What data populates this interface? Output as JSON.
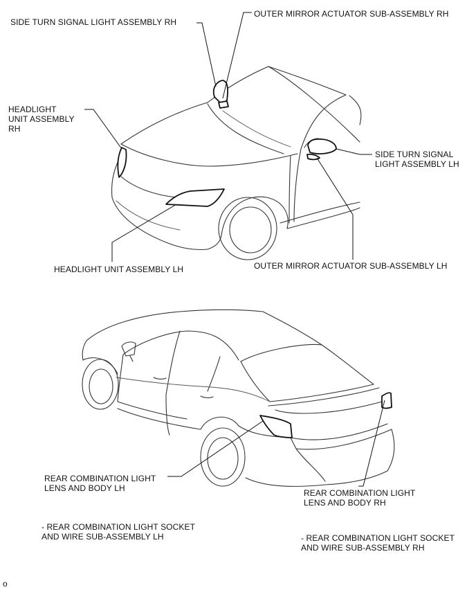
{
  "labels": {
    "side_turn_signal_rh": "SIDE TURN SIGNAL LIGHT ASSEMBLY RH",
    "outer_mirror_actuator_rh": "OUTER MIRROR ACTUATOR SUB-ASSEMBLY RH",
    "headlight_rh": "HEADLIGHT\nUNIT ASSEMBLY\nRH",
    "side_turn_signal_lh": "SIDE TURN SIGNAL\nLIGHT ASSEMBLY LH",
    "headlight_lh": "HEADLIGHT UNIT ASSEMBLY LH",
    "outer_mirror_actuator_lh": "OUTER MIRROR ACTUATOR SUB-ASSEMBLY LH",
    "rear_lens_body_lh": "REAR COMBINATION LIGHT\nLENS AND BODY LH",
    "rear_lens_body_rh": "REAR COMBINATION LIGHT\nLENS AND BODY RH",
    "rear_socket_wire_lh": "- REAR COMBINATION LIGHT SOCKET\nAND WIRE SUB-ASSEMBLY LH",
    "rear_socket_wire_rh": "- REAR COMBINATION LIGHT SOCKET\nAND WIRE SUB-ASSEMBLY RH"
  },
  "figure_id": "o"
}
